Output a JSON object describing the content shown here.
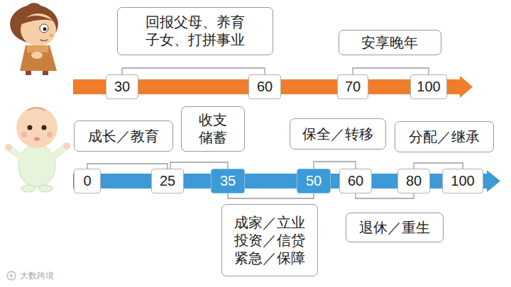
{
  "diagram": {
    "nodes": [
      {
        "text": [
          "回报父母、养育 子女、打拼事业"
        ]
      },
      {
        "text": [
          "安享晚年"
        ]
      },
      {
        "text": [
          "30"
        ]
      },
      {
        "text": [
          "60"
        ]
      },
      {
        "text": [
          "70"
        ]
      },
      {
        "text": [
          "100"
        ]
      },
      {
        "text": [
          "成长／教育"
        ]
      },
      {
        "text": [
          "收支 储蓄"
        ]
      },
      {
        "text": [
          "保全／转移"
        ]
      },
      {
        "text": [
          "分配／继承"
        ]
      },
      {
        "text": [
          "0"
        ]
      },
      {
        "text": [
          "25"
        ]
      },
      {
        "text": [
          "35"
        ]
      },
      {
        "text": [
          "50"
        ]
      },
      {
        "text": [
          "60"
        ]
      },
      {
        "text": [
          "80"
        ]
      },
      {
        "text": [
          "100"
        ]
      },
      {
        "text": [
          "成家／立业 投资／信贷 紧急／保障"
        ]
      },
      {
        "text": [
          "退休／重生"
        ]
      }
    ],
    "labels": [
      "大数跨境"
    ]
  }
}
